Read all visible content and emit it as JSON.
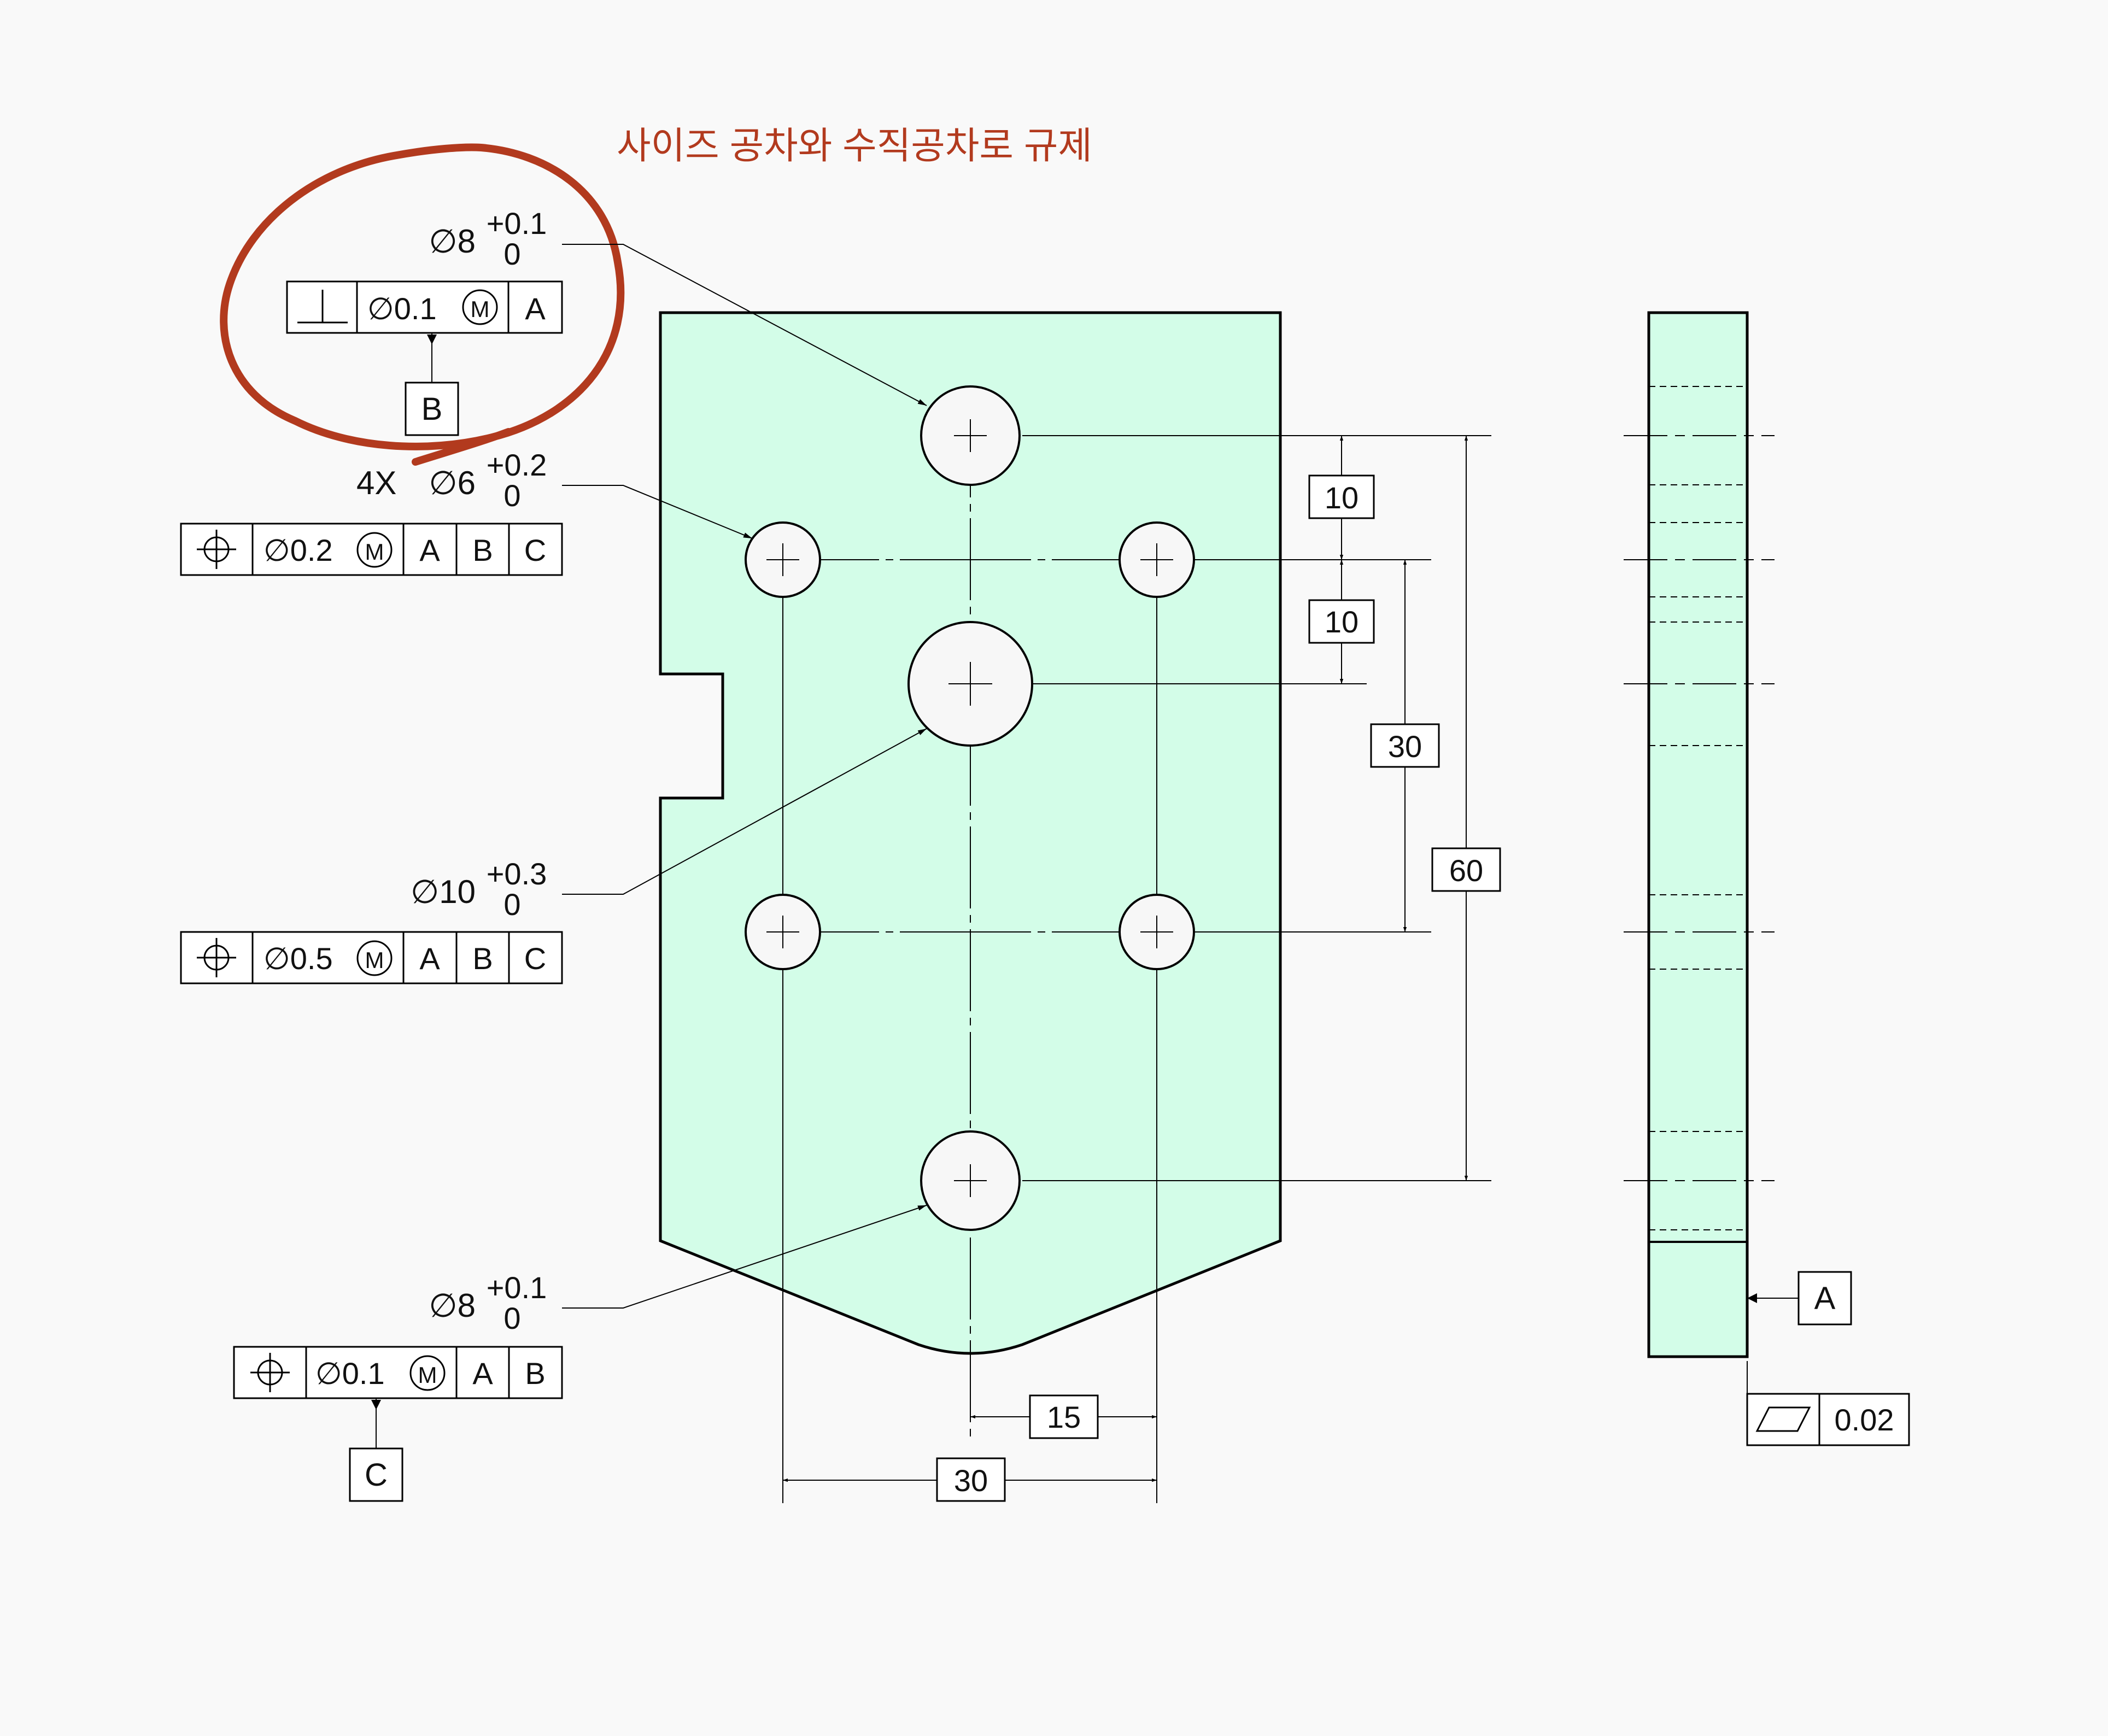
{
  "annotation": {
    "text": "사이즈 공차와 수직공차로 규제",
    "color": "#b23a1e"
  },
  "colors": {
    "part_fill": "#d3fde8",
    "line": "#000000",
    "background": "#f9f9f9"
  },
  "callouts": {
    "top_hole": {
      "size": "∅8",
      "upper": "+0.1",
      "lower": "0"
    },
    "four_holes": {
      "qty": "4X",
      "size": "∅6",
      "upper": "+0.2",
      "lower": "0"
    },
    "center_hole": {
      "size": "∅10",
      "upper": "+0.3",
      "lower": "0"
    },
    "bottom_hole": {
      "size": "∅8",
      "upper": "+0.1",
      "lower": "0"
    }
  },
  "frames": {
    "perpendicularity": {
      "symbol": "perpendicularity-icon",
      "tol": "∅0.1",
      "modifier": "M",
      "datums": [
        "A"
      ]
    },
    "position_four": {
      "symbol": "position-icon",
      "tol": "∅0.2",
      "modifier": "M",
      "datums": [
        "A",
        "B",
        "C"
      ]
    },
    "position_center": {
      "symbol": "position-icon",
      "tol": "∅0.5",
      "modifier": "M",
      "datums": [
        "A",
        "B",
        "C"
      ]
    },
    "position_bottom": {
      "symbol": "position-icon",
      "tol": "∅0.1",
      "modifier": "M",
      "datums": [
        "A",
        "B"
      ]
    },
    "flatness": {
      "symbol": "flatness-icon",
      "tol": "0.02"
    }
  },
  "datum_labels": {
    "b": "B",
    "c": "C",
    "a": "A"
  },
  "dimensions": {
    "v_top_to_row": "10",
    "v_row_to_center": "10",
    "v_row_to_row": "30",
    "v_overall": "60",
    "h_half": "15",
    "h_full": "30"
  }
}
